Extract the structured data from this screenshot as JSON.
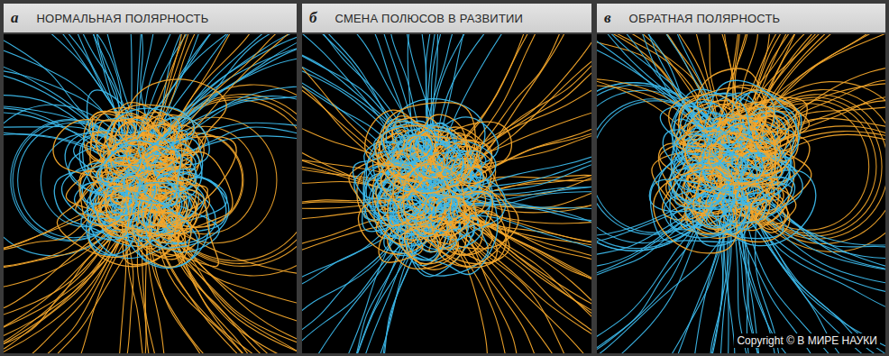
{
  "diagram": {
    "nodes": [
      {
        "text": [
          "а",
          "НОРМАЛЬНАЯ ПОЛЯРНОСТЬ"
        ]
      },
      {
        "text": [
          "б",
          "СМЕНА ПОЛЮСОВ В РАЗВИТИИ"
        ]
      },
      {
        "text": [
          "в",
          "ОБРАТНАЯ ПОЛЯРНОСТЬ"
        ]
      }
    ],
    "labels": [
      "Copyright © В МИРЕ НАУКИ"
    ]
  }
}
